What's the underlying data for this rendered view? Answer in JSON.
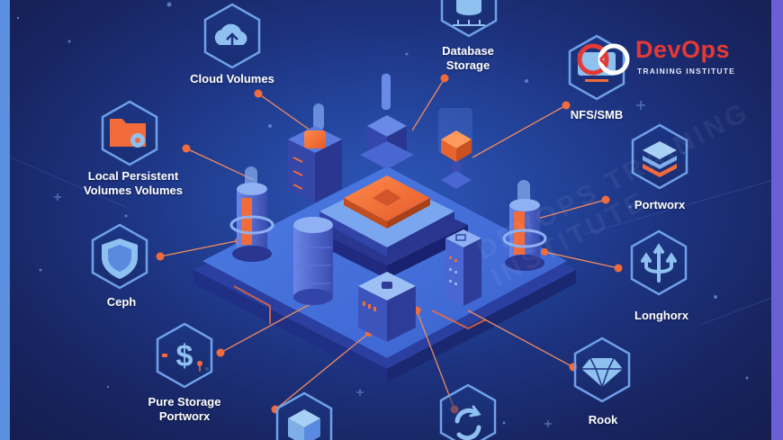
{
  "brand": {
    "name": "DevOps",
    "tagline": "TRAINING INSTITUTE",
    "primary_color": "#e53935",
    "watermark": "DEVOPS TRAINING INSTITUTE"
  },
  "theme": {
    "background_dark": "#151d4f",
    "background_mid": "#2e56b8",
    "accent_orange": "#f26b3a",
    "icon_blue": "#8ec0f0",
    "border_left": "#5b8fe0",
    "border_right": "#6b5fd6"
  },
  "center_graphic": "isometric-storage-platform",
  "nodes": [
    {
      "id": "cloud-volumes",
      "label": "Cloud Volumes",
      "icon": "cloud-upload-icon"
    },
    {
      "id": "database-storage",
      "label_line1": "Database",
      "label_line2": "Storage",
      "icon": "database-icon"
    },
    {
      "id": "nfs-smb",
      "label": "NFS/SMB",
      "icon": "monitor-icon"
    },
    {
      "id": "local-persistent-volumes",
      "label_line1": "Local Persistent",
      "label_line2": "Volumes Volumes",
      "icon": "folder-gear-icon"
    },
    {
      "id": "portworx",
      "label": "Portworx",
      "icon": "layers-icon"
    },
    {
      "id": "ceph",
      "label": "Ceph",
      "icon": "shield-icon"
    },
    {
      "id": "longhorx",
      "label": "Longhorx",
      "icon": "trident-icon"
    },
    {
      "id": "pure-storage-portworx",
      "label_line1": "Pure Storage",
      "label_line2": "Portworx",
      "icon": "dollar-icon"
    },
    {
      "id": "rook",
      "label": "Rook",
      "icon": "diamond-icon"
    },
    {
      "id": "bottom-box",
      "label": "",
      "icon": "box-icon"
    },
    {
      "id": "bottom-sync",
      "label": "",
      "icon": "sync-icon"
    }
  ]
}
